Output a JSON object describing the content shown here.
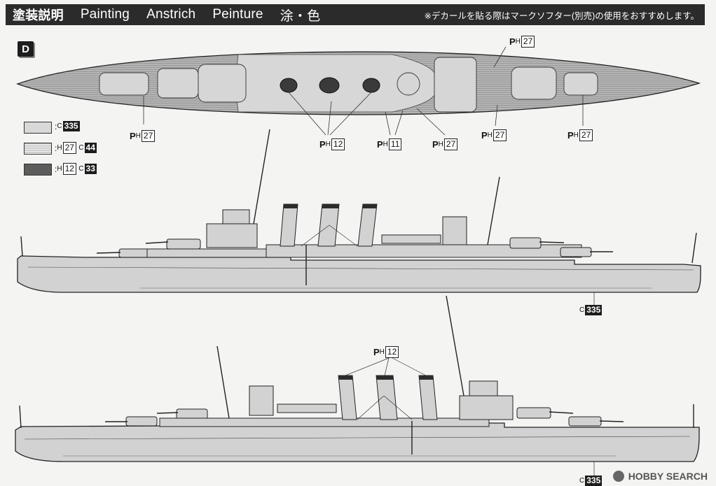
{
  "header": {
    "jp": "塗装説明",
    "en": "Painting",
    "de": "Anstrich",
    "fr": "Peinture",
    "cn": "涂・色",
    "note": "※デカールを貼る際はマークソフター(別売)の使用をおすすめします。"
  },
  "step": "D",
  "legend": [
    {
      "type": "light",
      "items": [
        {
          "prefix": "C",
          "code": "335",
          "style": "solid"
        }
      ]
    },
    {
      "type": "stripe",
      "items": [
        {
          "prefix": "H",
          "code": "27",
          "style": "boxed"
        },
        {
          "prefix": "C",
          "code": "44",
          "style": "solid"
        }
      ]
    },
    {
      "type": "dark",
      "items": [
        {
          "prefix": "H",
          "code": "12",
          "style": "boxed"
        },
        {
          "prefix": "C",
          "code": "33",
          "style": "solid"
        }
      ]
    }
  ],
  "callouts": {
    "p": "P",
    "h": "H",
    "c": "C",
    "c1": "27",
    "c2": "27",
    "c3": "12",
    "c4": "11",
    "c5": "27",
    "c6": "27",
    "c7": "27",
    "c8": "335",
    "c9": "12",
    "c10": "335"
  },
  "watermark": "HOBBY SEARCH",
  "colors": {
    "hull": "#d2d2d2",
    "deck_stripe": "#9a9a9a",
    "dark": "#4a4a4a",
    "ink": "#1a1a1a"
  }
}
